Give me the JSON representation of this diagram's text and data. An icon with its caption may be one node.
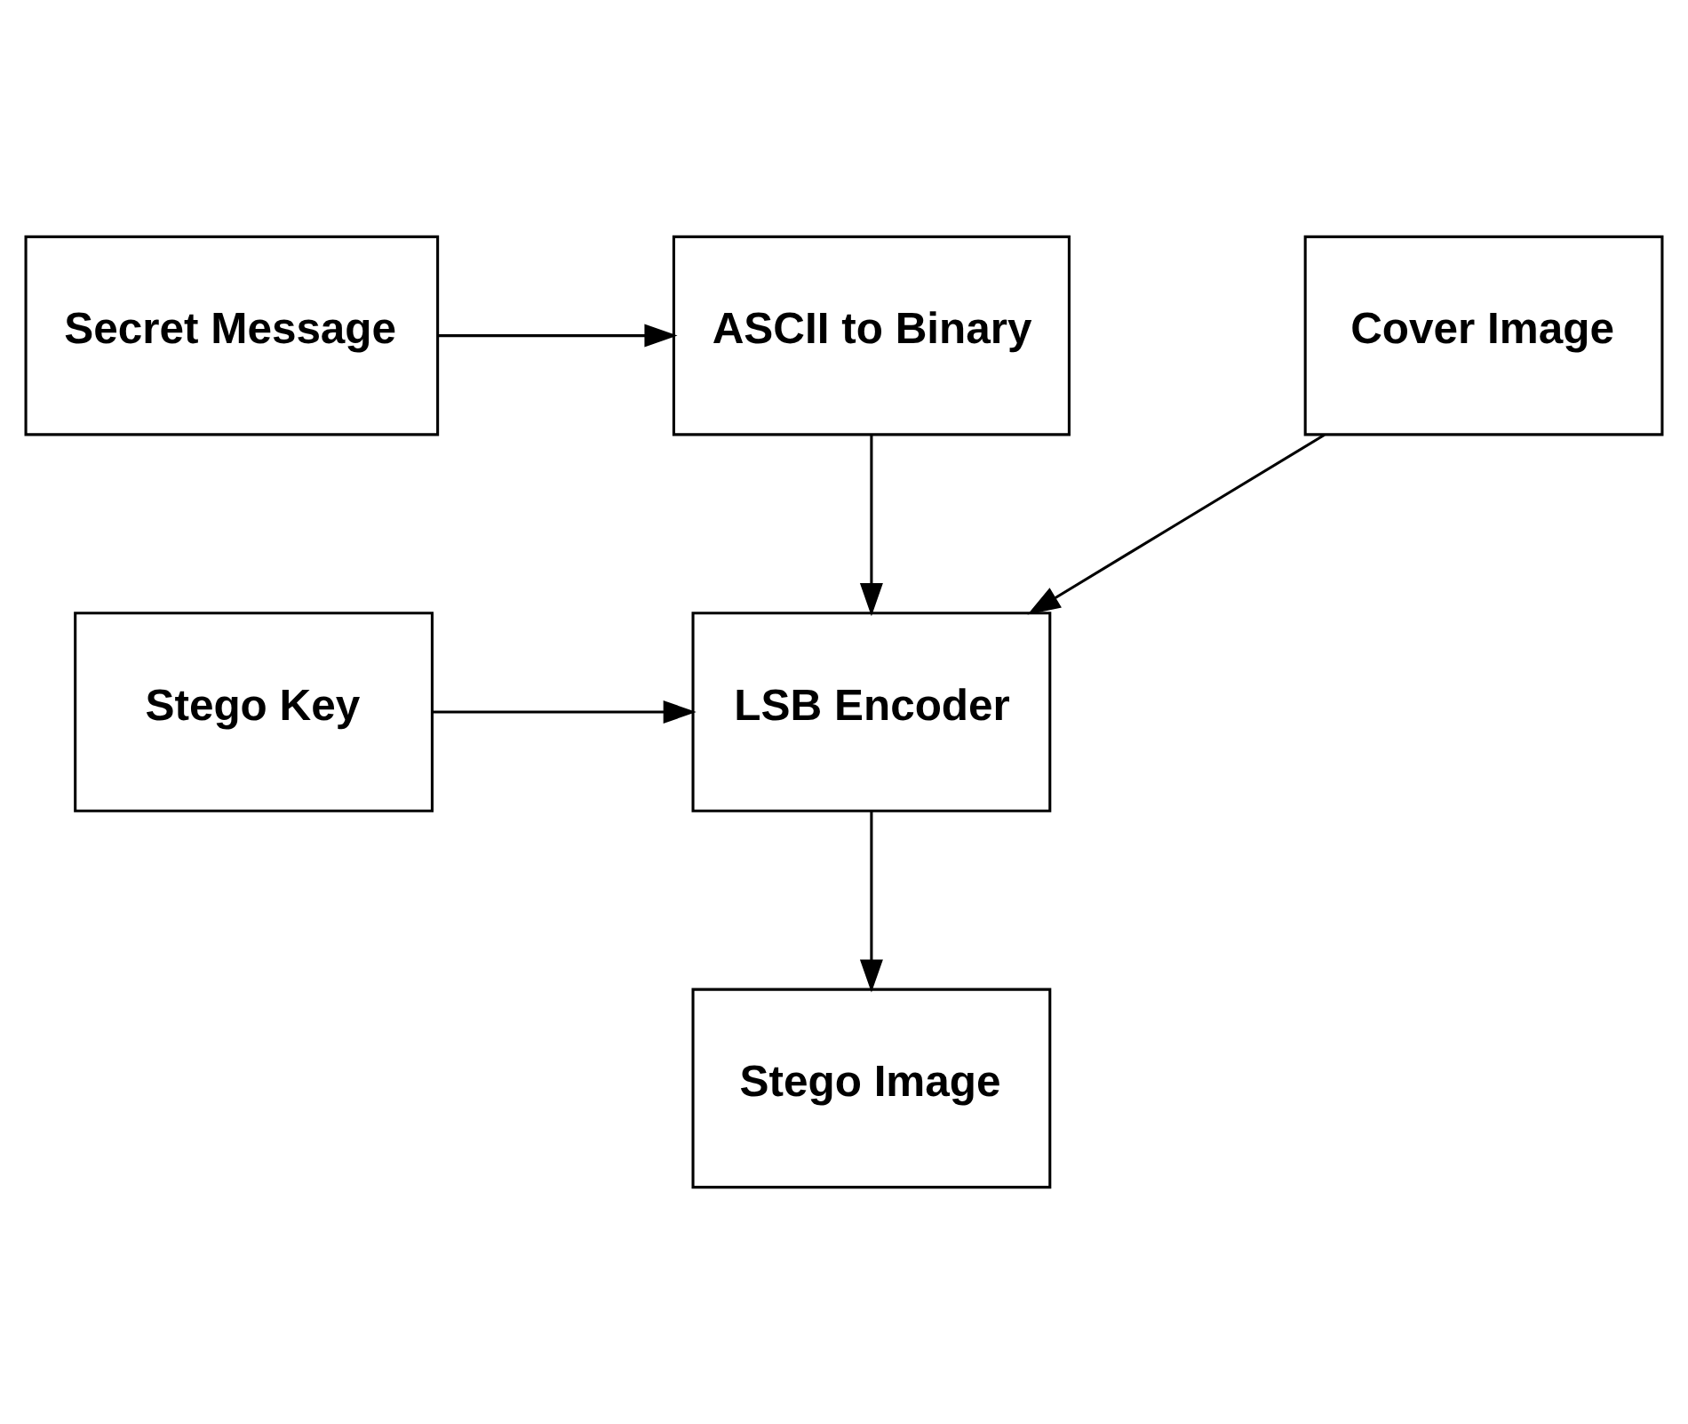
{
  "diagram": {
    "nodes": [
      {
        "text": [
          "Secret Message"
        ]
      },
      {
        "text": [
          "ASCII to Binary"
        ]
      },
      {
        "text": [
          "Stego Key"
        ]
      },
      {
        "text": [
          "Cover Image"
        ]
      },
      {
        "text": [
          "LSB Encoder"
        ]
      },
      {
        "text": [
          "Stego Image"
        ]
      }
    ],
    "edges": [
      {
        "from": 0,
        "to": 1,
        "arrow": "to"
      },
      {
        "from": 1,
        "to": 4,
        "arrow": "to"
      },
      {
        "from": 2,
        "to": 4,
        "arrow": "to"
      },
      {
        "from": 3,
        "to": 4,
        "arrow": "to"
      },
      {
        "from": 4,
        "to": 5,
        "arrow": "to"
      }
    ]
  }
}
